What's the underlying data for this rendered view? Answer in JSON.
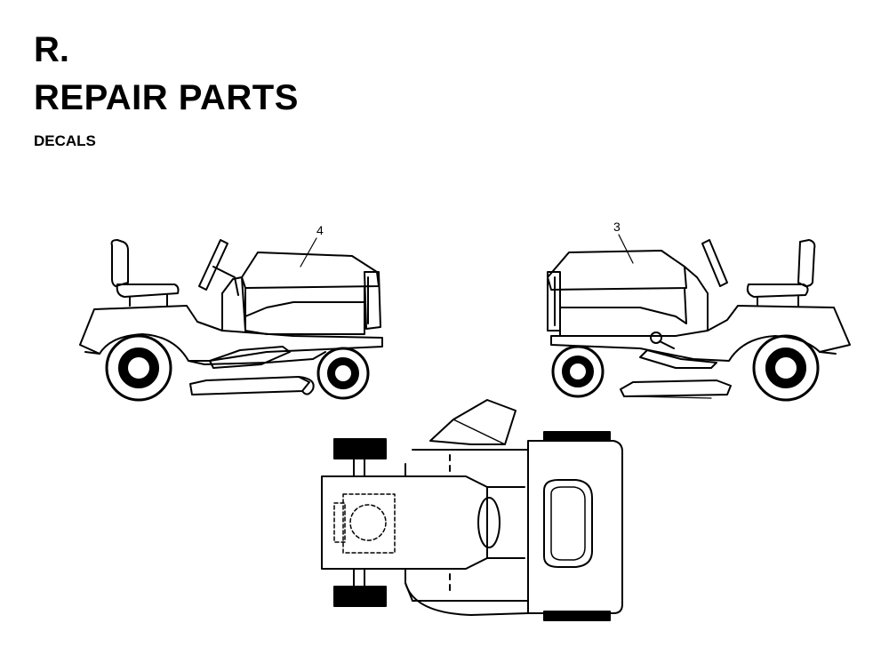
{
  "header": {
    "section": "R.",
    "title": "REPAIR PARTS",
    "subtitle": "DECALS"
  },
  "callouts": {
    "left_tractor": "4",
    "right_tractor": "3"
  }
}
